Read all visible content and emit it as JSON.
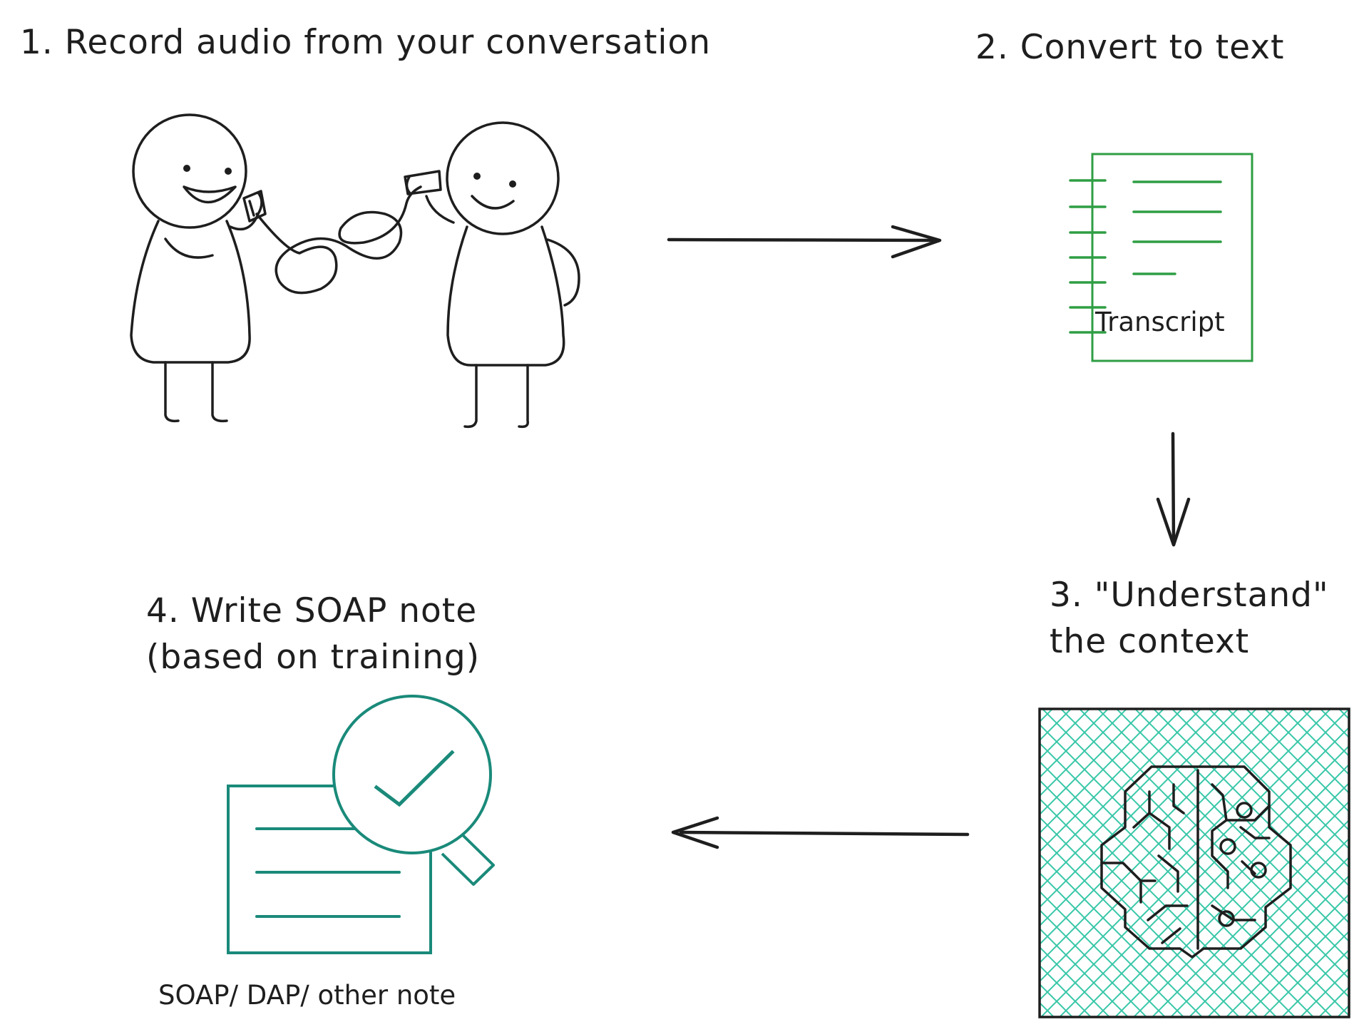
{
  "steps": {
    "step1": "1. Record audio from your conversation",
    "step2": "2. Convert to text",
    "step3_line1": "3. \"Understand\"",
    "step3_line2": "the context",
    "step4_line1": "4. Write SOAP note",
    "step4_line2": "(based on training)"
  },
  "transcript_label": "Transcript",
  "note_label": "SOAP/ DAP/ other note",
  "colors": {
    "ink": "#1e1e1e",
    "transcript_green": "#2f9e44",
    "note_teal": "#1a8a7a",
    "brain_fill": "#96f2d7"
  },
  "icons": [
    "people-talking-icon",
    "transcript-notebook-icon",
    "brain-circuit-icon",
    "document-magnifier-check-icon"
  ]
}
